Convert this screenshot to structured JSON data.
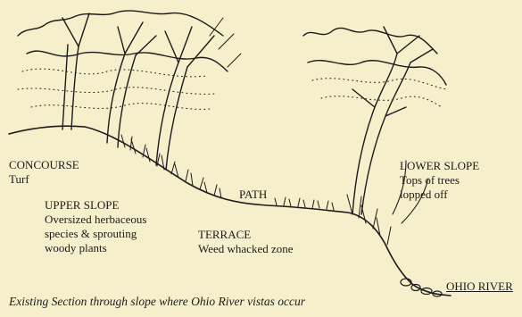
{
  "colors": {
    "paper": "#f5efcc",
    "ink": "#1b1b1b"
  },
  "labels": {
    "concourse": {
      "title": "CONCOURSE",
      "desc": "Turf"
    },
    "upper_slope": {
      "title": "UPPER SLOPE",
      "desc": [
        "Oversized herbaceous",
        "species & sprouting",
        "woody plants"
      ]
    },
    "path": {
      "title": "PATH"
    },
    "terrace": {
      "title": "TERRACE",
      "desc": "Weed whacked zone"
    },
    "lower_slope": {
      "title": "LOWER SLOPE",
      "desc": [
        "Tops of trees",
        "lopped off"
      ]
    },
    "river": {
      "title": "OHIO RIVER"
    }
  },
  "caption": "Existing Section through slope where Ohio River vistas occur"
}
